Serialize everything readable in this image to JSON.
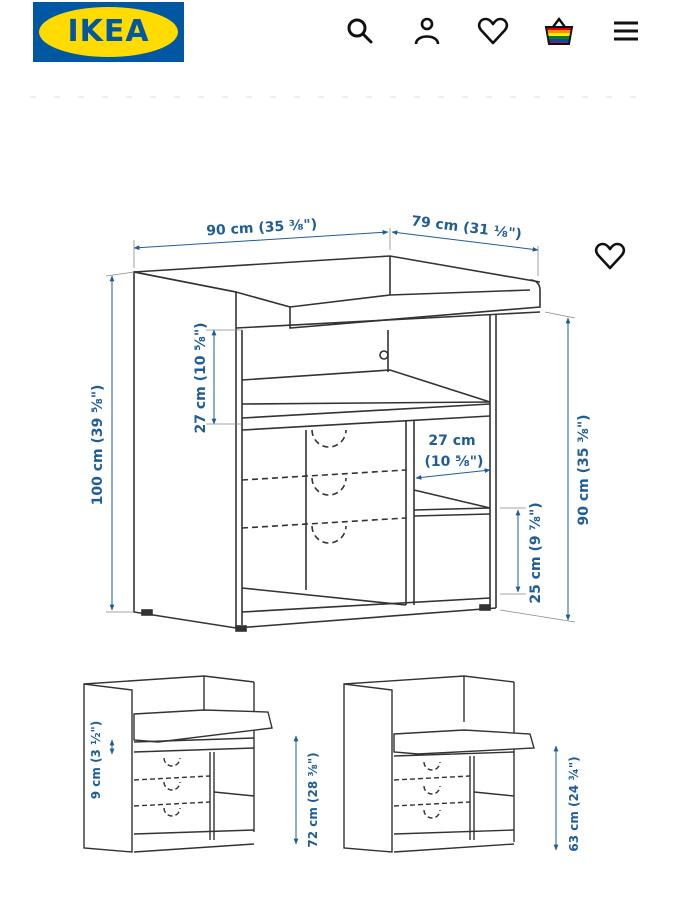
{
  "header": {
    "logo_text": "IKEA",
    "logo_colors": {
      "background": "#0058a3",
      "ellipse": "#ffdb00",
      "text": "#0058a3"
    },
    "icons": [
      "search-icon",
      "account-icon",
      "wishlist-icon",
      "shopping-bag-icon",
      "menu-icon"
    ]
  },
  "product_image": {
    "description": "Changing table dimension drawing",
    "favorite_icon": "heart-icon",
    "main_view": {
      "width_label": "90 cm (35 ⅜\")",
      "depth_label": "79 cm (31 ⅛\")",
      "total_height_label": "100 cm (39 ⅝\")",
      "top_compartment_label": "27 cm (10 ⅝\")",
      "table_height_label": "90 cm (35 ⅜\")",
      "shelf_width_label_line1": "27 cm",
      "shelf_width_label_line2": "(10 ⅝\")",
      "shelf_height_label": "25 cm (9 ⅞\")"
    },
    "small_view_left": {
      "offset_label": "9 cm (3 ½\")",
      "table_height_label": "72 cm (28 ⅜\")"
    },
    "small_view_right": {
      "table_height_label": "63 cm (24 ¾\")"
    },
    "colors": {
      "dimension": "#1f5d96",
      "line": "#333333"
    }
  }
}
